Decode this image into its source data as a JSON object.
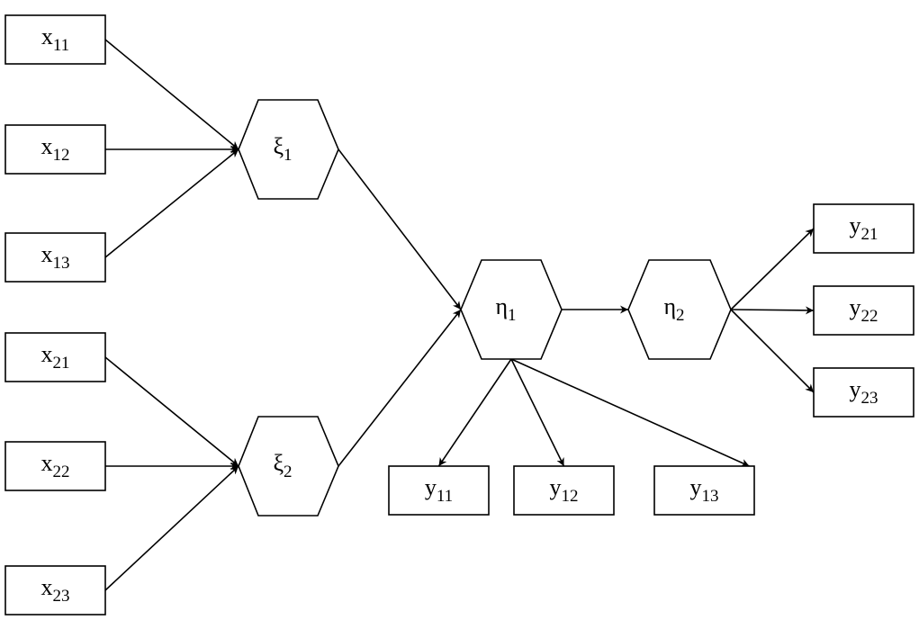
{
  "observed": [
    {
      "id": "x11",
      "base": "x",
      "sub": "11"
    },
    {
      "id": "x12",
      "base": "x",
      "sub": "12"
    },
    {
      "id": "x13",
      "base": "x",
      "sub": "13"
    },
    {
      "id": "x21",
      "base": "x",
      "sub": "21"
    },
    {
      "id": "x22",
      "base": "x",
      "sub": "22"
    },
    {
      "id": "x23",
      "base": "x",
      "sub": "23"
    },
    {
      "id": "y11",
      "base": "y",
      "sub": "11"
    },
    {
      "id": "y12",
      "base": "y",
      "sub": "12"
    },
    {
      "id": "y13",
      "base": "y",
      "sub": "13"
    },
    {
      "id": "y21",
      "base": "y",
      "sub": "21"
    },
    {
      "id": "y22",
      "base": "y",
      "sub": "22"
    },
    {
      "id": "y23",
      "base": "y",
      "sub": "23"
    }
  ],
  "latent": [
    {
      "id": "xi1",
      "base": "ξ",
      "sub": "1"
    },
    {
      "id": "xi2",
      "base": "ξ",
      "sub": "2"
    },
    {
      "id": "eta1",
      "base": "η",
      "sub": "1"
    },
    {
      "id": "eta2",
      "base": "η",
      "sub": "2"
    }
  ],
  "edges": [
    [
      "x11",
      "xi1"
    ],
    [
      "x12",
      "xi1"
    ],
    [
      "x13",
      "xi1"
    ],
    [
      "x21",
      "xi2"
    ],
    [
      "x22",
      "xi2"
    ],
    [
      "x23",
      "xi2"
    ],
    [
      "xi1",
      "eta1"
    ],
    [
      "xi2",
      "eta1"
    ],
    [
      "eta1",
      "eta2"
    ],
    [
      "eta1",
      "y11"
    ],
    [
      "eta1",
      "y12"
    ],
    [
      "eta1",
      "y13"
    ],
    [
      "eta2",
      "y21"
    ],
    [
      "eta2",
      "y22"
    ],
    [
      "eta2",
      "y23"
    ]
  ]
}
